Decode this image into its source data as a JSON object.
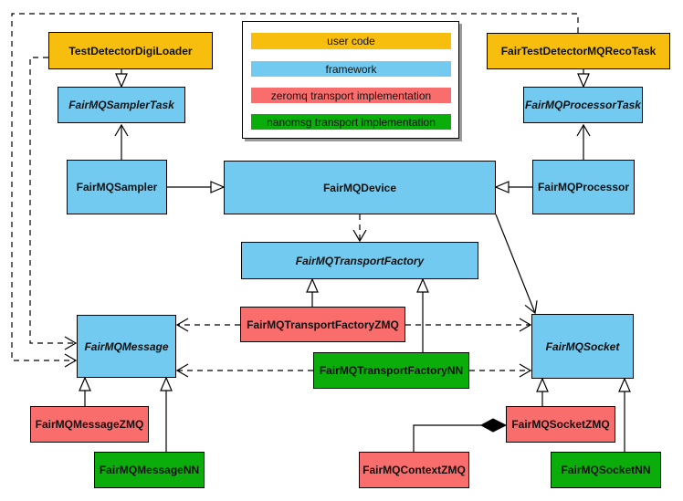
{
  "colors": {
    "user_code": "#F8BE0E",
    "framework": "#73CAF0",
    "zeromq": "#F96D6D",
    "nanomsg": "#0BAD0B",
    "line": "#000000",
    "background": "#FFFFFF"
  },
  "legend": {
    "items": [
      {
        "label": "user code",
        "category": "user_code"
      },
      {
        "label": "framework",
        "category": "framework"
      },
      {
        "label": "zeromq transport implementation",
        "category": "zeromq"
      },
      {
        "label": "nanomsg transport implementation",
        "category": "nanomsg"
      }
    ]
  },
  "nodes": [
    {
      "id": "TestDetectorDigiLoader",
      "label": "TestDetectorDigiLoader",
      "category": "user_code",
      "abstract": false
    },
    {
      "id": "FairTestDetectorMQRecoTask",
      "label": "FairTestDetectorMQRecoTask",
      "category": "user_code",
      "abstract": false
    },
    {
      "id": "FairMQSamplerTask",
      "label": "FairMQSamplerTask",
      "category": "framework",
      "abstract": true
    },
    {
      "id": "FairMQProcessorTask",
      "label": "FairMQProcessorTask",
      "category": "framework",
      "abstract": true
    },
    {
      "id": "FairMQSampler",
      "label": "FairMQSampler",
      "category": "framework",
      "abstract": false
    },
    {
      "id": "FairMQDevice",
      "label": "FairMQDevice",
      "category": "framework",
      "abstract": false
    },
    {
      "id": "FairMQProcessor",
      "label": "FairMQProcessor",
      "category": "framework",
      "abstract": false
    },
    {
      "id": "FairMQTransportFactory",
      "label": "FairMQTransportFactory",
      "category": "framework",
      "abstract": true
    },
    {
      "id": "FairMQTransportFactoryZMQ",
      "label": "FairMQTransportFactoryZMQ",
      "category": "zeromq",
      "abstract": false
    },
    {
      "id": "FairMQTransportFactoryNN",
      "label": "FairMQTransportFactoryNN",
      "category": "nanomsg",
      "abstract": false
    },
    {
      "id": "FairMQMessage",
      "label": "FairMQMessage",
      "category": "framework",
      "abstract": true
    },
    {
      "id": "FairMQSocket",
      "label": "FairMQSocket",
      "category": "framework",
      "abstract": true
    },
    {
      "id": "FairMQMessageZMQ",
      "label": "FairMQMessageZMQ",
      "category": "zeromq",
      "abstract": false
    },
    {
      "id": "FairMQMessageNN",
      "label": "FairMQMessageNN",
      "category": "nanomsg",
      "abstract": false
    },
    {
      "id": "FairMQContextZMQ",
      "label": "FairMQContextZMQ",
      "category": "zeromq",
      "abstract": false
    },
    {
      "id": "FairMQSocketZMQ",
      "label": "FairMQSocketZMQ",
      "category": "zeromq",
      "abstract": false
    },
    {
      "id": "FairMQSocketNN",
      "label": "FairMQSocketNN",
      "category": "nanomsg",
      "abstract": false
    }
  ],
  "edges": [
    {
      "from": "TestDetectorDigiLoader",
      "to": "FairMQSamplerTask",
      "type": "inheritance"
    },
    {
      "from": "FairTestDetectorMQRecoTask",
      "to": "FairMQProcessorTask",
      "type": "inheritance"
    },
    {
      "from": "FairMQSampler",
      "to": "FairMQDevice",
      "type": "inheritance"
    },
    {
      "from": "FairMQProcessor",
      "to": "FairMQDevice",
      "type": "inheritance"
    },
    {
      "from": "FairMQTransportFactoryZMQ",
      "to": "FairMQTransportFactory",
      "type": "inheritance"
    },
    {
      "from": "FairMQTransportFactoryNN",
      "to": "FairMQTransportFactory",
      "type": "inheritance"
    },
    {
      "from": "FairMQMessageZMQ",
      "to": "FairMQMessage",
      "type": "inheritance"
    },
    {
      "from": "FairMQMessageNN",
      "to": "FairMQMessage",
      "type": "inheritance"
    },
    {
      "from": "FairMQSocketZMQ",
      "to": "FairMQSocket",
      "type": "inheritance"
    },
    {
      "from": "FairMQSocketNN",
      "to": "FairMQSocket",
      "type": "inheritance"
    },
    {
      "from": "FairMQSampler",
      "to": "FairMQSamplerTask",
      "type": "association"
    },
    {
      "from": "FairMQProcessor",
      "to": "FairMQProcessorTask",
      "type": "association"
    },
    {
      "from": "FairMQDevice",
      "to": "FairMQSocket",
      "type": "association"
    },
    {
      "from": "FairMQDevice",
      "to": "FairMQTransportFactory",
      "type": "dependency"
    },
    {
      "from": "FairMQTransportFactoryZMQ",
      "to": "FairMQMessage",
      "type": "dependency"
    },
    {
      "from": "FairMQTransportFactoryNN",
      "to": "FairMQMessage",
      "type": "dependency"
    },
    {
      "from": "FairMQTransportFactoryZMQ",
      "to": "FairMQSocket",
      "type": "dependency"
    },
    {
      "from": "FairMQTransportFactoryNN",
      "to": "FairMQSocket",
      "type": "dependency"
    },
    {
      "from": "TestDetectorDigiLoader",
      "to": "FairMQMessage",
      "type": "dependency"
    },
    {
      "from": "FairTestDetectorMQRecoTask",
      "to": "FairMQMessage",
      "type": "dependency"
    },
    {
      "from": "FairMQContextZMQ",
      "to": "FairMQSocketZMQ",
      "type": "composition"
    }
  ]
}
